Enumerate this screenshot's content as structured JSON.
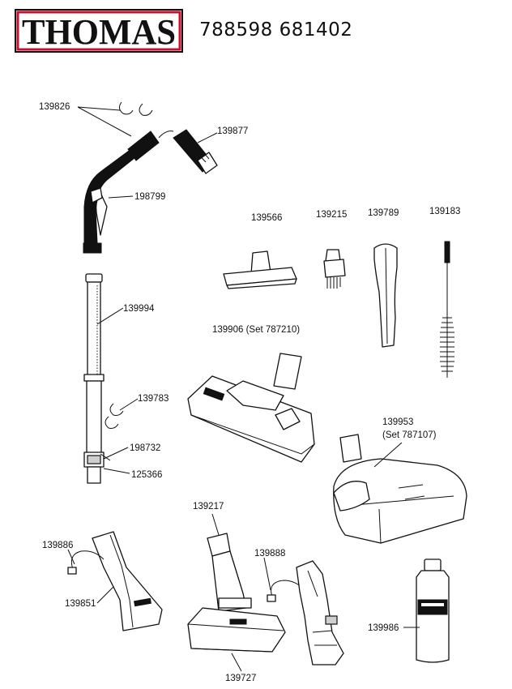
{
  "brand": {
    "logo_text": "THOMAS",
    "accent_color": "#c8102e"
  },
  "header": {
    "model_numbers": "788598 681402"
  },
  "parts": {
    "p139826": "139826",
    "p139877": "139877",
    "p198799": "198799",
    "p139566": "139566",
    "p139215": "139215",
    "p139789": "139789",
    "p139183": "139183",
    "p139994": "139994",
    "p139906": "139906 (Set 787210)",
    "p139783": "139783",
    "p198732": "198732",
    "p125366": "125366",
    "p139953_a": "139953",
    "p139953_b": "(Set 787107)",
    "p139217": "139217",
    "p139886": "139886",
    "p139888": "139888",
    "p139851": "139851",
    "p139986": "139986",
    "p139727": "139727"
  }
}
